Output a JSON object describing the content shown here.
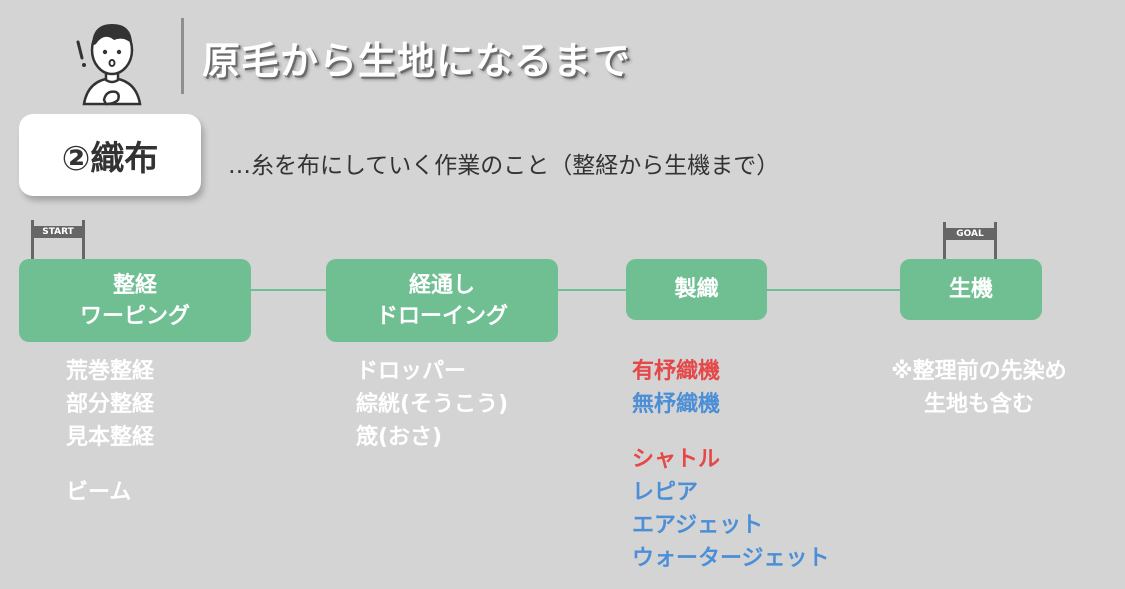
{
  "header": {
    "title": "原毛から生地になるまで"
  },
  "section": {
    "label": "②織布",
    "description": "…糸を布にしていく作業のこと（整経から生機まで）"
  },
  "flags": {
    "start": "START",
    "goal": "GOAL"
  },
  "steps": [
    {
      "line1": "整経",
      "line2": "ワーピング"
    },
    {
      "line1": "経通し",
      "line2": "ドローイング"
    },
    {
      "line1": "製織"
    },
    {
      "line1": "生機"
    }
  ],
  "lists": {
    "warping": [
      "荒巻整経",
      "部分整経",
      "見本整経",
      "ビーム"
    ],
    "drawing": [
      "ドロッパー",
      "綜絖(そうこう)",
      "筬(おさ)"
    ],
    "weaving": {
      "looms": [
        "有杼織機",
        "無杼織機"
      ],
      "methods": [
        "シャトル",
        "レピア",
        "エアジェット",
        "ウォータージェット"
      ]
    },
    "greige_note": [
      "※整理前の先染め",
      "生地も含む"
    ]
  },
  "colors": {
    "background": "#d4d4d4",
    "step_fill": "#6fbf93",
    "red_text": "#e54848",
    "blue_text": "#4b8fd6"
  }
}
